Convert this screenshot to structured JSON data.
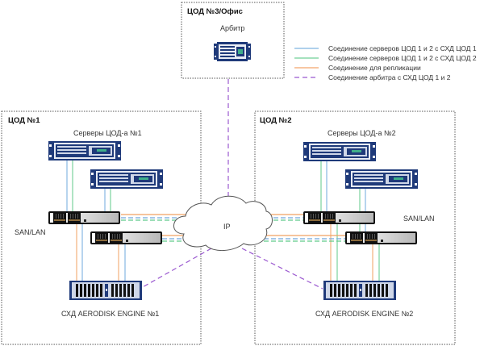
{
  "site3": {
    "title": "ЦОД №3/Офис",
    "device_label": "Арбитр"
  },
  "site1": {
    "title": "ЦОД №1",
    "servers_label": "Серверы ЦОД-а №1",
    "san_label": "SAN/LAN",
    "storage_label": "СХД AERODISK ENGINE №1"
  },
  "site2": {
    "title": "ЦОД №2",
    "servers_label": "Серверы ЦОД-а №2",
    "san_label": "SAN/LAN",
    "storage_label": "СХД AERODISK ENGINE №2"
  },
  "cloud_label": "IP",
  "legend": [
    {
      "label": "Соединение серверов ЦОД 1 и 2 с СХД ЦОД 1",
      "color": "#7fb3e0",
      "style": "solid",
      "icon": "line-blue"
    },
    {
      "label": "Соединение серверов ЦОД 1 и 2 с СХД ЦОД 2",
      "color": "#6fcf97",
      "style": "solid",
      "icon": "line-green"
    },
    {
      "label": "Соединение для репликации",
      "color": "#f4a46a",
      "style": "solid",
      "icon": "line-orange"
    },
    {
      "label": "Соединение арбитра с СХД ЦОД 1 и 2",
      "color": "#9b59d0",
      "style": "dashed",
      "icon": "line-purple-dashed"
    }
  ],
  "colors": {
    "blue_link": "#6fa8dc",
    "green_link": "#5fc98a",
    "orange_link": "#f0a060",
    "purple_link": "#9b59d0",
    "device_navy": "#1f3a7a",
    "box_border": "#555555"
  }
}
